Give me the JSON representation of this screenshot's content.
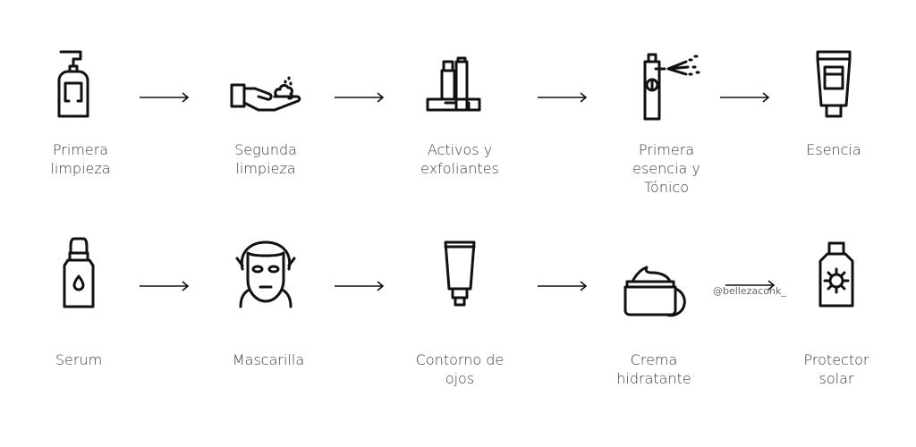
{
  "steps": [
    {
      "icon": "pump-bottle-icon",
      "lines": [
        "Primera",
        "limpieza"
      ]
    },
    {
      "icon": "hand-foam-icon",
      "lines": [
        "Segunda",
        "limpieza"
      ]
    },
    {
      "icon": "bottles-icon",
      "lines": [
        "Activos y",
        "exfoliantes"
      ]
    },
    {
      "icon": "spray-bottle-icon",
      "lines": [
        "Primera",
        "esencia y",
        "Tónico"
      ]
    },
    {
      "icon": "tube-icon",
      "lines": [
        "Esencia"
      ]
    },
    {
      "icon": "dropper-bottle-icon",
      "lines": [
        "Serum"
      ]
    },
    {
      "icon": "face-mask-icon",
      "lines": [
        "Mascarilla"
      ]
    },
    {
      "icon": "eye-contour-tube-icon",
      "lines": [
        "Contorno de",
        "ojos"
      ]
    },
    {
      "icon": "cream-jar-icon",
      "lines": [
        "Crema",
        "hidratante"
      ]
    },
    {
      "icon": "sunscreen-bottle-icon",
      "lines": [
        "Protector",
        "solar"
      ]
    }
  ],
  "watermark": "@bellezaconk_"
}
